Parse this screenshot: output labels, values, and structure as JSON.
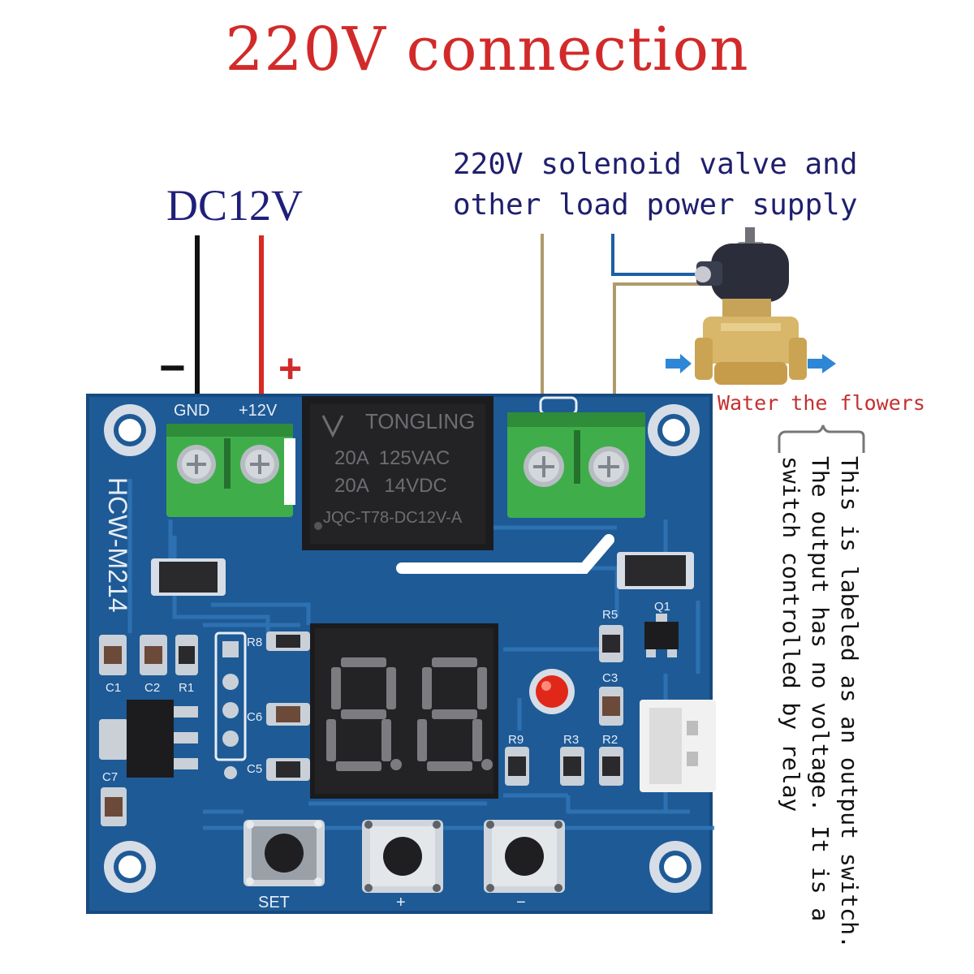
{
  "title": "220V connection",
  "dc_label": "DC12V",
  "load_label_line1": "220V solenoid valve and",
  "load_label_line2": "other load power supply",
  "minus_sign": "−",
  "plus_sign": "+",
  "water_label": "Water the flowers",
  "note_lines": [
    "This is labeled as an output switch.",
    "The output has no voltage. It is a",
    "switch controlled by relay"
  ],
  "board": {
    "model": "HCW-M214",
    "gnd_label": "GND",
    "v12_label": "+12V",
    "relay_brand": "TONGLING",
    "relay_line1": "20A  125VAC",
    "relay_line2": "20A   14VDC",
    "relay_line3": "JQC-T78-DC12V-A",
    "display_value": "88",
    "components": [
      "R8",
      "R5",
      "Q1",
      "C1",
      "C2",
      "R1",
      "C6",
      "C3",
      "C5",
      "R9",
      "R3",
      "R2",
      "C7"
    ],
    "buttons": [
      "SET",
      "+",
      "−"
    ]
  },
  "colors": {
    "title": "#d22a2a",
    "label_blue": "#1f1f7a",
    "pcb": "#1e5a96",
    "terminal": "#3fae4a",
    "wire_black": "#111111",
    "wire_red": "#d92a1f",
    "wire_brown": "#b09a6c",
    "wire_blue": "#1d5fa6",
    "led": "#e0271a"
  }
}
